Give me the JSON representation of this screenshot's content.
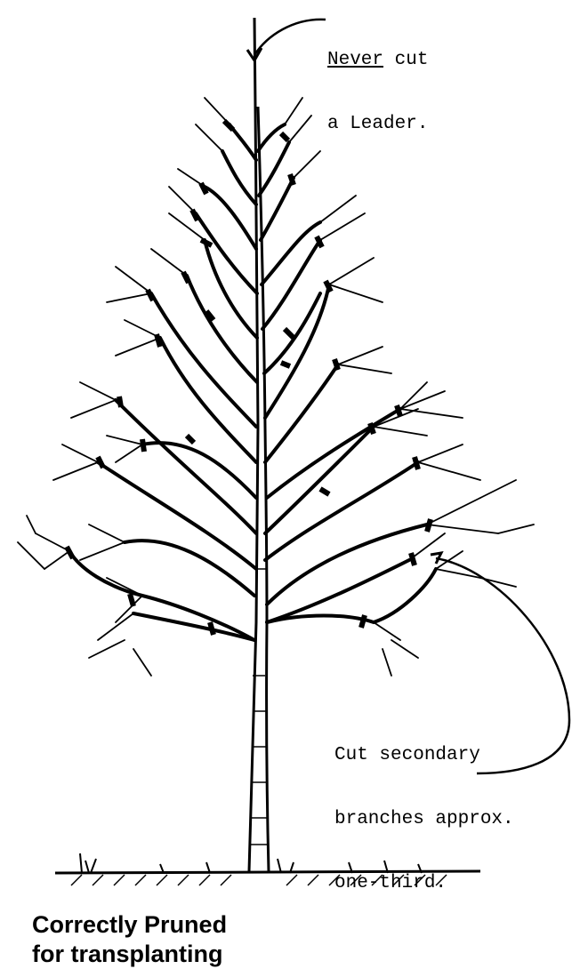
{
  "annotations": {
    "leader": {
      "emphasis": "Never",
      "rest": " cut",
      "line2": "a Leader."
    },
    "secondary": {
      "line1": "Cut secondary",
      "line2": "branches approx.",
      "line3": "one-third."
    }
  },
  "caption": {
    "line1": "Correctly Pruned",
    "line2": "for transplanting"
  },
  "colors": {
    "ink": "#000000",
    "paper": "#ffffff"
  }
}
